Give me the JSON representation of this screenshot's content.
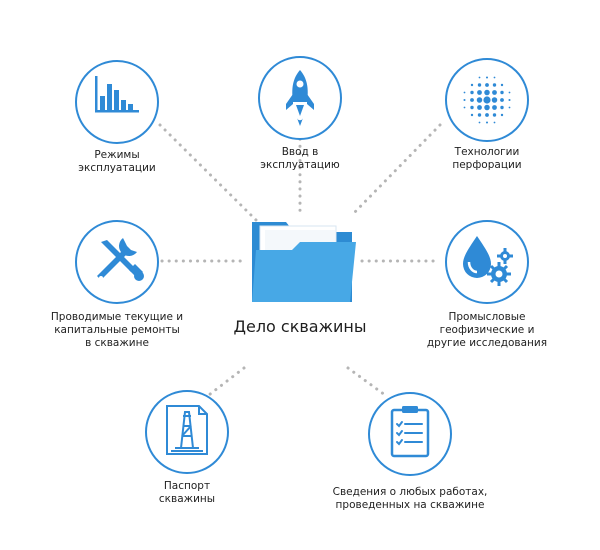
{
  "center": {
    "title": "Дело скважины",
    "icon": "folder-icon"
  },
  "colors": {
    "accent": "#2f8ad6",
    "folder_back": "#2d8bd3",
    "folder_front": "#47a8e6",
    "dots": "#b5b5b5"
  },
  "nodes": [
    {
      "id": "modes",
      "label": "Режимы\nэксплуатации",
      "icon": "bar-chart-icon"
    },
    {
      "id": "commissioning",
      "label": "Ввод в\nэксплуатацию",
      "icon": "rocket-icon"
    },
    {
      "id": "perforation",
      "label": "Технологии\nперфорации",
      "icon": "perforation-dots-icon"
    },
    {
      "id": "repairs",
      "label": "Проводимые текущие и\nкапитальные ремонты\nв скважине",
      "icon": "wrench-screwdriver-icon"
    },
    {
      "id": "research",
      "label": "Промысловые\nгеофизические и\nдругие исследования",
      "icon": "drop-gears-icon"
    },
    {
      "id": "passport",
      "label": "Паспорт\nскважины",
      "icon": "oil-rig-document-icon"
    },
    {
      "id": "works",
      "label": "Сведения о любых работах,\nпроведенных на скважине",
      "icon": "clipboard-checklist-icon"
    }
  ]
}
